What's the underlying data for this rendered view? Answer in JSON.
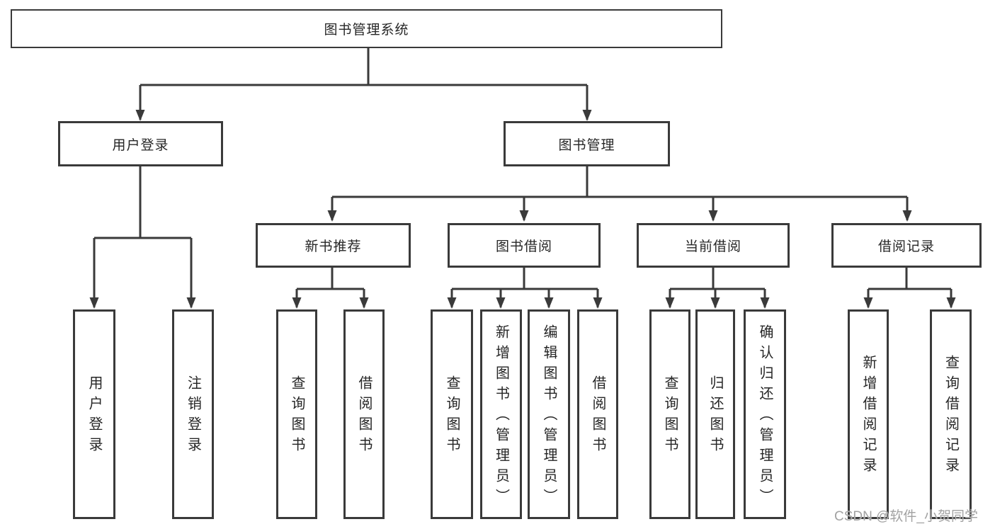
{
  "tree": {
    "label": "图书管理系统",
    "children": [
      {
        "label": "用户登录",
        "children": [
          {
            "label": "用户登录"
          },
          {
            "label": "注销登录"
          }
        ]
      },
      {
        "label": "图书管理",
        "children": [
          {
            "label": "新书推荐",
            "children": [
              {
                "label": "查询图书"
              },
              {
                "label": "借阅图书"
              }
            ]
          },
          {
            "label": "图书借阅",
            "children": [
              {
                "label": "查询图书"
              },
              {
                "label": "新增图书（管理员）"
              },
              {
                "label": "编辑图书（管理员）"
              },
              {
                "label": "借阅图书"
              }
            ]
          },
          {
            "label": "当前借阅",
            "children": [
              {
                "label": "查询图书"
              },
              {
                "label": "归还图书"
              },
              {
                "label": "确认归还（管理员）"
              }
            ]
          },
          {
            "label": "借阅记录",
            "children": [
              {
                "label": "新增借阅记录"
              },
              {
                "label": "查询借阅记录"
              }
            ]
          }
        ]
      }
    ]
  },
  "watermark": "CSDN @软件_小贺同学",
  "colors": {
    "line": "#3a3a3a",
    "text": "#262626",
    "watermark": "#a2a2a2",
    "background": "#ffffff"
  }
}
